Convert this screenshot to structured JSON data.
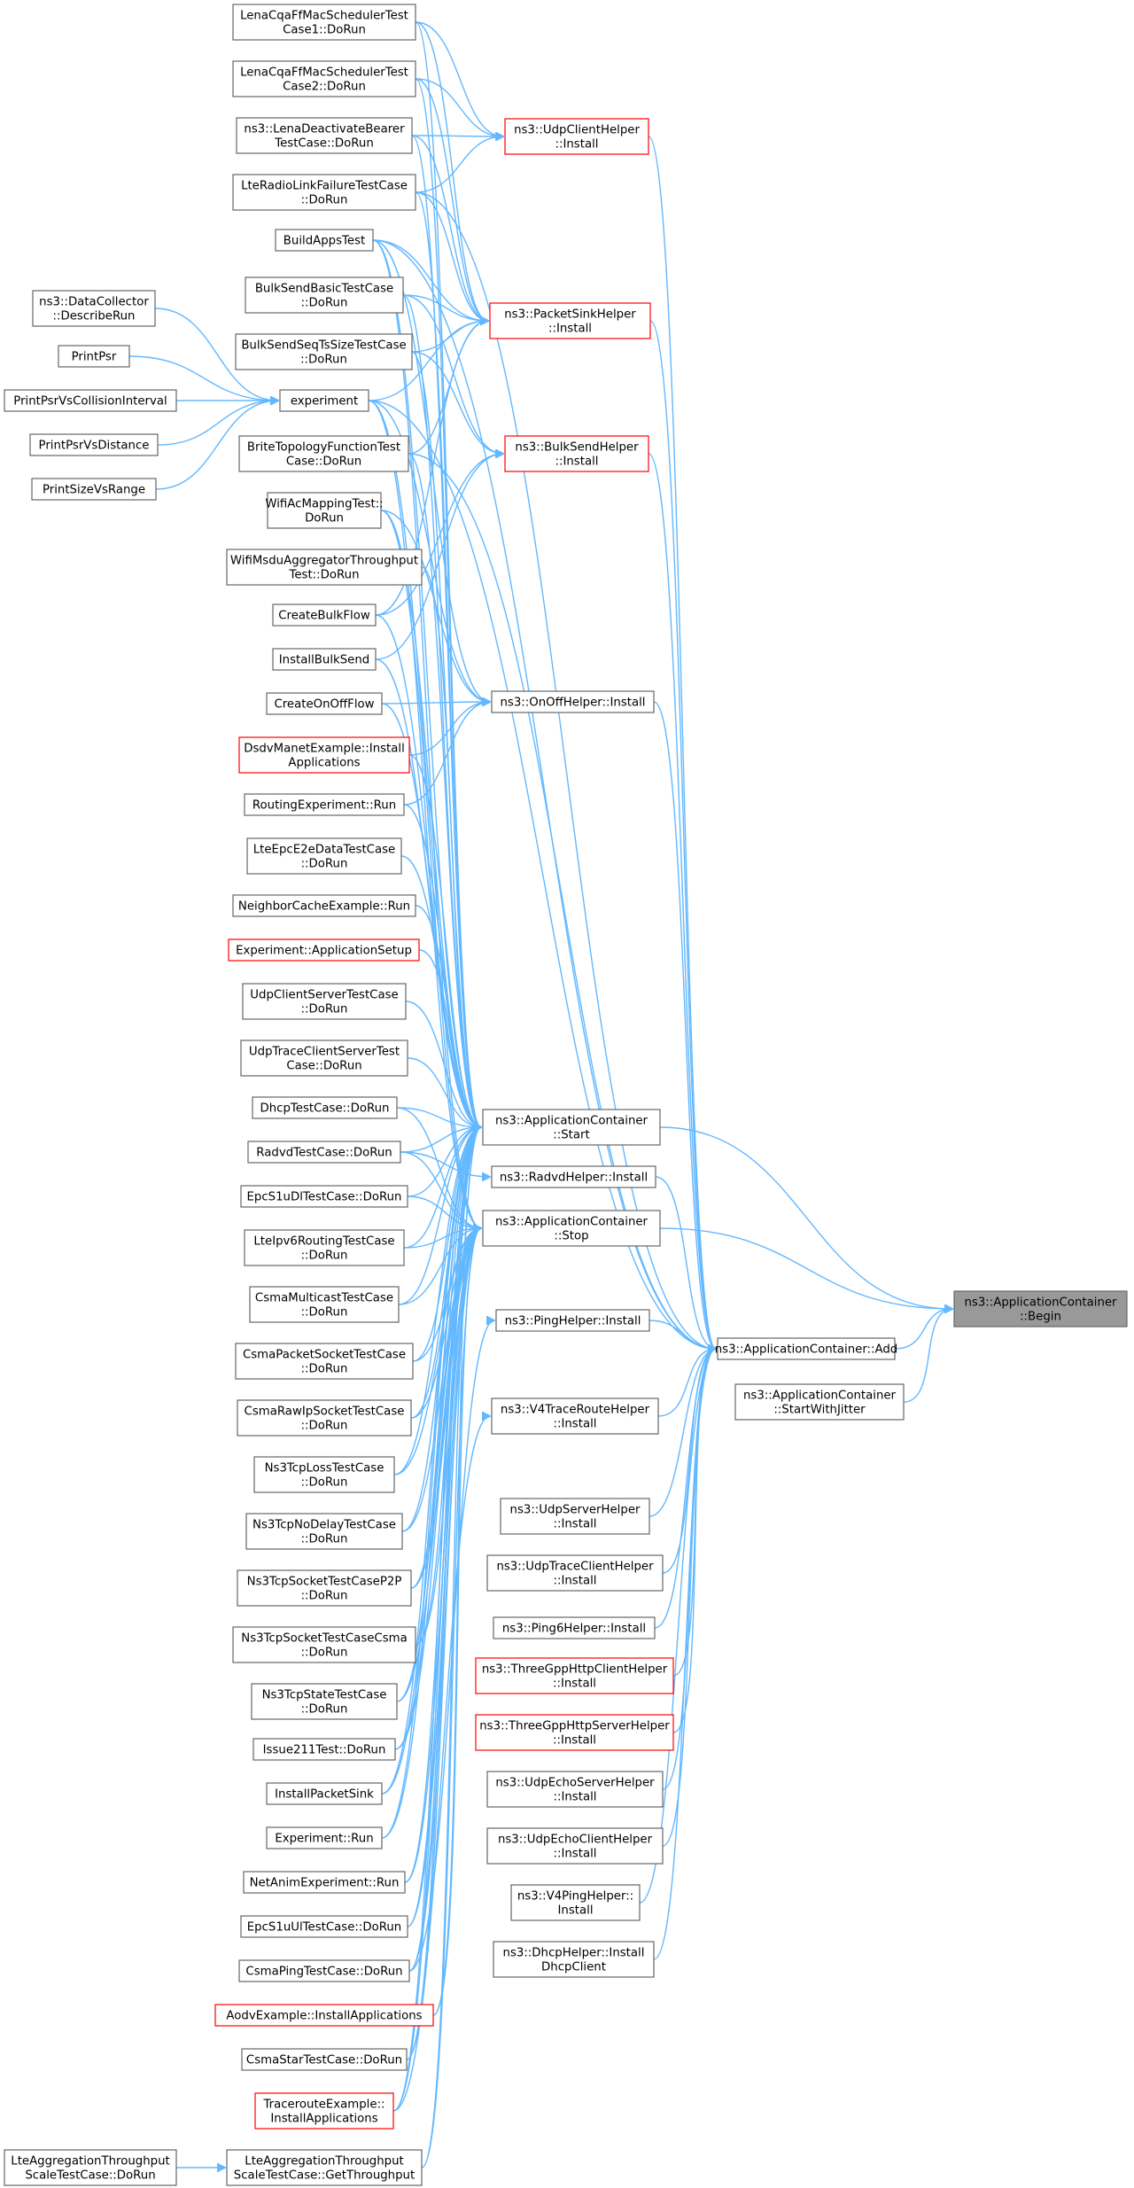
{
  "nodes": [
    {
      "id": "root",
      "lines": [
        "ns3::ApplicationContainer",
        "::Begin"
      ],
      "style": "root"
    },
    {
      "id": "start",
      "lines": [
        "ns3::ApplicationContainer",
        "::Start"
      ],
      "style": "normal"
    },
    {
      "id": "stop",
      "lines": [
        "ns3::ApplicationContainer",
        "::Stop"
      ],
      "style": "normal"
    },
    {
      "id": "add",
      "lines": [
        "ns3::ApplicationContainer::Add"
      ],
      "style": "normal"
    },
    {
      "id": "swj",
      "lines": [
        "ns3::ApplicationContainer",
        "::StartWithJitter"
      ],
      "style": "normal"
    },
    {
      "id": "udpclient",
      "lines": [
        "ns3::UdpClientHelper",
        "::Install"
      ],
      "style": "red"
    },
    {
      "id": "packetsink",
      "lines": [
        "ns3::PacketSinkHelper",
        "::Install"
      ],
      "style": "red"
    },
    {
      "id": "bulksend",
      "lines": [
        "ns3::BulkSendHelper",
        "::Install"
      ],
      "style": "red"
    },
    {
      "id": "onoff",
      "lines": [
        "ns3::OnOffHelper::Install"
      ],
      "style": "normal"
    },
    {
      "id": "radvdh",
      "lines": [
        "ns3::RadvdHelper::Install"
      ],
      "style": "normal"
    },
    {
      "id": "pingh",
      "lines": [
        "ns3::PingHelper::Install"
      ],
      "style": "normal"
    },
    {
      "id": "v4trace",
      "lines": [
        "ns3::V4TraceRouteHelper",
        "::Install"
      ],
      "style": "normal"
    },
    {
      "id": "udpserver",
      "lines": [
        "ns3::UdpServerHelper",
        "::Install"
      ],
      "style": "normal"
    },
    {
      "id": "udptraceclient",
      "lines": [
        "ns3::UdpTraceClientHelper",
        "::Install"
      ],
      "style": "normal"
    },
    {
      "id": "ping6",
      "lines": [
        "ns3::Ping6Helper::Install"
      ],
      "style": "normal"
    },
    {
      "id": "tgppclient",
      "lines": [
        "ns3::ThreeGppHttpClientHelper",
        "::Install"
      ],
      "style": "red"
    },
    {
      "id": "tgppserver",
      "lines": [
        "ns3::ThreeGppHttpServerHelper",
        "::Install"
      ],
      "style": "red"
    },
    {
      "id": "echoserver",
      "lines": [
        "ns3::UdpEchoServerHelper",
        "::Install"
      ],
      "style": "normal"
    },
    {
      "id": "echoclient",
      "lines": [
        "ns3::UdpEchoClientHelper",
        "::Install"
      ],
      "style": "normal"
    },
    {
      "id": "v4ping",
      "lines": [
        "ns3::V4PingHelper::",
        "Install"
      ],
      "style": "normal"
    },
    {
      "id": "dhcph",
      "lines": [
        "ns3::DhcpHelper::Install",
        "DhcpClient"
      ],
      "style": "normal"
    },
    {
      "id": "lena1",
      "lines": [
        "LenaCqaFfMacSchedulerTest",
        "Case1::DoRun"
      ],
      "style": "normal"
    },
    {
      "id": "lena2",
      "lines": [
        "LenaCqaFfMacSchedulerTest",
        "Case2::DoRun"
      ],
      "style": "normal"
    },
    {
      "id": "lenadeact",
      "lines": [
        "ns3::LenaDeactivateBearer",
        "TestCase::DoRun"
      ],
      "style": "normal"
    },
    {
      "id": "lterlf",
      "lines": [
        "LteRadioLinkFailureTestCase",
        "::DoRun"
      ],
      "style": "normal"
    },
    {
      "id": "buildapps",
      "lines": [
        "BuildAppsTest"
      ],
      "style": "normal"
    },
    {
      "id": "bulkbasic",
      "lines": [
        "BulkSendBasicTestCase",
        "::DoRun"
      ],
      "style": "normal"
    },
    {
      "id": "bulkseq",
      "lines": [
        "BulkSendSeqTsSizeTestCase",
        "::DoRun"
      ],
      "style": "normal"
    },
    {
      "id": "experiment",
      "lines": [
        "experiment"
      ],
      "style": "normal"
    },
    {
      "id": "brite",
      "lines": [
        "BriteTopologyFunctionTest",
        "Case::DoRun"
      ],
      "style": "normal"
    },
    {
      "id": "wifiac",
      "lines": [
        "WifiAcMappingTest::",
        "DoRun"
      ],
      "style": "normal"
    },
    {
      "id": "wifimsdu",
      "lines": [
        "WifiMsduAggregatorThroughput",
        "Test::DoRun"
      ],
      "style": "normal"
    },
    {
      "id": "createbulk",
      "lines": [
        "CreateBulkFlow"
      ],
      "style": "normal"
    },
    {
      "id": "installbulk",
      "lines": [
        "InstallBulkSend"
      ],
      "style": "normal"
    },
    {
      "id": "createonoff",
      "lines": [
        "CreateOnOffFlow"
      ],
      "style": "normal"
    },
    {
      "id": "dsdv",
      "lines": [
        "DsdvManetExample::Install",
        "Applications"
      ],
      "style": "red"
    },
    {
      "id": "routingexp",
      "lines": [
        "RoutingExperiment::Run"
      ],
      "style": "normal"
    },
    {
      "id": "lteepce2e",
      "lines": [
        "LteEpcE2eDataTestCase",
        "::DoRun"
      ],
      "style": "normal"
    },
    {
      "id": "neighbor",
      "lines": [
        "NeighborCacheExample::Run"
      ],
      "style": "normal"
    },
    {
      "id": "expappsetup",
      "lines": [
        "Experiment::ApplicationSetup"
      ],
      "style": "red"
    },
    {
      "id": "udpcs",
      "lines": [
        "UdpClientServerTestCase",
        "::DoRun"
      ],
      "style": "normal"
    },
    {
      "id": "udptcs",
      "lines": [
        "UdpTraceClientServerTest",
        "Case::DoRun"
      ],
      "style": "normal"
    },
    {
      "id": "dhcptest",
      "lines": [
        "DhcpTestCase::DoRun"
      ],
      "style": "normal"
    },
    {
      "id": "radvdtest",
      "lines": [
        "RadvdTestCase::DoRun"
      ],
      "style": "normal"
    },
    {
      "id": "epcdl",
      "lines": [
        "EpcS1uDlTestCase::DoRun"
      ],
      "style": "normal"
    },
    {
      "id": "lteipv6",
      "lines": [
        "LteIpv6RoutingTestCase",
        "::DoRun"
      ],
      "style": "normal"
    },
    {
      "id": "csmamulti",
      "lines": [
        "CsmaMulticastTestCase",
        "::DoRun"
      ],
      "style": "normal"
    },
    {
      "id": "csmapacket",
      "lines": [
        "CsmaPacketSocketTestCase",
        "::DoRun"
      ],
      "style": "normal"
    },
    {
      "id": "csmarawip",
      "lines": [
        "CsmaRawIpSocketTestCase",
        "::DoRun"
      ],
      "style": "normal"
    },
    {
      "id": "ns3tcploss",
      "lines": [
        "Ns3TcpLossTestCase",
        "::DoRun"
      ],
      "style": "normal"
    },
    {
      "id": "ns3tcpnodelay",
      "lines": [
        "Ns3TcpNoDelayTestCase",
        "::DoRun"
      ],
      "style": "normal"
    },
    {
      "id": "ns3tcpp2p",
      "lines": [
        "Ns3TcpSocketTestCaseP2P",
        "::DoRun"
      ],
      "style": "normal"
    },
    {
      "id": "ns3tcpcsma",
      "lines": [
        "Ns3TcpSocketTestCaseCsma",
        "::DoRun"
      ],
      "style": "normal"
    },
    {
      "id": "ns3tcpstate",
      "lines": [
        "Ns3TcpStateTestCase",
        "::DoRun"
      ],
      "style": "normal"
    },
    {
      "id": "issue211",
      "lines": [
        "Issue211Test::DoRun"
      ],
      "style": "normal"
    },
    {
      "id": "installsink",
      "lines": [
        "InstallPacketSink"
      ],
      "style": "normal"
    },
    {
      "id": "exprun",
      "lines": [
        "Experiment::Run"
      ],
      "style": "normal"
    },
    {
      "id": "netanim",
      "lines": [
        "NetAnimExperiment::Run"
      ],
      "style": "normal"
    },
    {
      "id": "epcul",
      "lines": [
        "EpcS1uUlTestCase::DoRun"
      ],
      "style": "normal"
    },
    {
      "id": "csmaping",
      "lines": [
        "CsmaPingTestCase::DoRun"
      ],
      "style": "normal"
    },
    {
      "id": "aodv",
      "lines": [
        "AodvExample::InstallApplications"
      ],
      "style": "red"
    },
    {
      "id": "csmastar",
      "lines": [
        "CsmaStarTestCase::DoRun"
      ],
      "style": "normal"
    },
    {
      "id": "traceroute",
      "lines": [
        "TracerouteExample::",
        "InstallApplications"
      ],
      "style": "red"
    },
    {
      "id": "lteaggget",
      "lines": [
        "LteAggregationThroughput",
        "ScaleTestCase::GetThroughput"
      ],
      "style": "normal"
    },
    {
      "id": "lteaggdo",
      "lines": [
        "LteAggregationThroughput",
        "ScaleTestCase::DoRun"
      ],
      "style": "normal"
    },
    {
      "id": "datacollector",
      "lines": [
        "ns3::DataCollector",
        "::DescribeRun"
      ],
      "style": "normal"
    },
    {
      "id": "printpsr",
      "lines": [
        "PrintPsr"
      ],
      "style": "normal"
    },
    {
      "id": "printpsrcoll",
      "lines": [
        "PrintPsrVsCollisionInterval"
      ],
      "style": "normal"
    },
    {
      "id": "printpsrdist",
      "lines": [
        "PrintPsrVsDistance"
      ],
      "style": "normal"
    },
    {
      "id": "printsize",
      "lines": [
        "PrintSizeVsRange"
      ],
      "style": "normal"
    }
  ],
  "edges": [
    [
      "start",
      "root"
    ],
    [
      "stop",
      "root"
    ],
    [
      "add",
      "root"
    ],
    [
      "swj",
      "root"
    ],
    [
      "udpclient",
      "add"
    ],
    [
      "packetsink",
      "add"
    ],
    [
      "bulksend",
      "add"
    ],
    [
      "onoff",
      "add"
    ],
    [
      "radvdh",
      "add"
    ],
    [
      "pingh",
      "add"
    ],
    [
      "v4trace",
      "add"
    ],
    [
      "udpserver",
      "add"
    ],
    [
      "udptraceclient",
      "add"
    ],
    [
      "ping6",
      "add"
    ],
    [
      "tgppclient",
      "add"
    ],
    [
      "tgppserver",
      "add"
    ],
    [
      "echoserver",
      "add"
    ],
    [
      "echoclient",
      "add"
    ],
    [
      "v4ping",
      "add"
    ],
    [
      "dhcph",
      "add"
    ],
    [
      "lterlf",
      "add"
    ],
    [
      "buildapps",
      "add"
    ],
    [
      "experiment",
      "add"
    ],
    [
      "brite",
      "add"
    ],
    [
      "lena1",
      "udpclient"
    ],
    [
      "lena2",
      "udpclient"
    ],
    [
      "lenadeact",
      "udpclient"
    ],
    [
      "lterlf",
      "udpclient"
    ],
    [
      "lena1",
      "packetsink"
    ],
    [
      "lena2",
      "packetsink"
    ],
    [
      "lenadeact",
      "packetsink"
    ],
    [
      "lterlf",
      "packetsink"
    ],
    [
      "buildapps",
      "packetsink"
    ],
    [
      "bulkbasic",
      "packetsink"
    ],
    [
      "bulkseq",
      "packetsink"
    ],
    [
      "experiment",
      "packetsink"
    ],
    [
      "brite",
      "packetsink"
    ],
    [
      "createbulk",
      "packetsink"
    ],
    [
      "bulkbasic",
      "bulksend"
    ],
    [
      "bulkseq",
      "bulksend"
    ],
    [
      "createbulk",
      "bulksend"
    ],
    [
      "installbulk",
      "bulksend"
    ],
    [
      "buildapps",
      "onoff"
    ],
    [
      "experiment",
      "onoff"
    ],
    [
      "wifiac",
      "onoff"
    ],
    [
      "createonoff",
      "onoff"
    ],
    [
      "dsdv",
      "onoff"
    ],
    [
      "routingexp",
      "onoff"
    ],
    [
      "lena1",
      "start"
    ],
    [
      "lena2",
      "start"
    ],
    [
      "lenadeact",
      "start"
    ],
    [
      "lterlf",
      "start"
    ],
    [
      "buildapps",
      "start"
    ],
    [
      "bulkbasic",
      "start"
    ],
    [
      "bulkseq",
      "start"
    ],
    [
      "experiment",
      "start"
    ],
    [
      "brite",
      "start"
    ],
    [
      "wifiac",
      "start"
    ],
    [
      "wifimsdu",
      "start"
    ],
    [
      "createbulk",
      "start"
    ],
    [
      "installbulk",
      "start"
    ],
    [
      "createonoff",
      "start"
    ],
    [
      "dsdv",
      "start"
    ],
    [
      "routingexp",
      "start"
    ],
    [
      "lteepce2e",
      "start"
    ],
    [
      "neighbor",
      "start"
    ],
    [
      "expappsetup",
      "start"
    ],
    [
      "udpcs",
      "start"
    ],
    [
      "udptcs",
      "start"
    ],
    [
      "dhcptest",
      "start"
    ],
    [
      "radvdtest",
      "start"
    ],
    [
      "epcdl",
      "start"
    ],
    [
      "lteipv6",
      "start"
    ],
    [
      "csmamulti",
      "start"
    ],
    [
      "csmapacket",
      "start"
    ],
    [
      "csmarawip",
      "start"
    ],
    [
      "ns3tcploss",
      "start"
    ],
    [
      "ns3tcpnodelay",
      "start"
    ],
    [
      "ns3tcpp2p",
      "start"
    ],
    [
      "ns3tcpcsma",
      "start"
    ],
    [
      "ns3tcpstate",
      "start"
    ],
    [
      "issue211",
      "start"
    ],
    [
      "installsink",
      "start"
    ],
    [
      "exprun",
      "start"
    ],
    [
      "netanim",
      "start"
    ],
    [
      "epcul",
      "start"
    ],
    [
      "csmaping",
      "start"
    ],
    [
      "aodv",
      "start"
    ],
    [
      "csmastar",
      "start"
    ],
    [
      "traceroute",
      "start"
    ],
    [
      "lteaggget",
      "start"
    ],
    [
      "experiment",
      "stop"
    ],
    [
      "wifiac",
      "stop"
    ],
    [
      "buildapps",
      "stop"
    ],
    [
      "dhcptest",
      "stop"
    ],
    [
      "radvdtest",
      "stop"
    ],
    [
      "epcdl",
      "stop"
    ],
    [
      "lteipv6",
      "stop"
    ],
    [
      "csmamulti",
      "stop"
    ],
    [
      "csmapacket",
      "stop"
    ],
    [
      "csmarawip",
      "stop"
    ],
    [
      "ns3tcploss",
      "stop"
    ],
    [
      "ns3tcpnodelay",
      "stop"
    ],
    [
      "ns3tcpp2p",
      "stop"
    ],
    [
      "ns3tcpcsma",
      "stop"
    ],
    [
      "ns3tcpstate",
      "stop"
    ],
    [
      "issue211",
      "stop"
    ],
    [
      "installsink",
      "stop"
    ],
    [
      "exprun",
      "stop"
    ],
    [
      "netanim",
      "stop"
    ],
    [
      "epcul",
      "stop"
    ],
    [
      "csmaping",
      "stop"
    ],
    [
      "aodv",
      "stop"
    ],
    [
      "csmastar",
      "stop"
    ],
    [
      "traceroute",
      "stop"
    ],
    [
      "lteaggget",
      "stop"
    ],
    [
      "radvdtest",
      "radvdh"
    ],
    [
      "csmaping",
      "pingh"
    ],
    [
      "traceroute",
      "v4trace"
    ],
    [
      "lteaggdo",
      "lteaggget"
    ],
    [
      "datacollector",
      "experiment"
    ],
    [
      "printpsr",
      "experiment"
    ],
    [
      "printpsrcoll",
      "experiment"
    ],
    [
      "printpsrdist",
      "experiment"
    ],
    [
      "printsize",
      "experiment"
    ]
  ]
}
